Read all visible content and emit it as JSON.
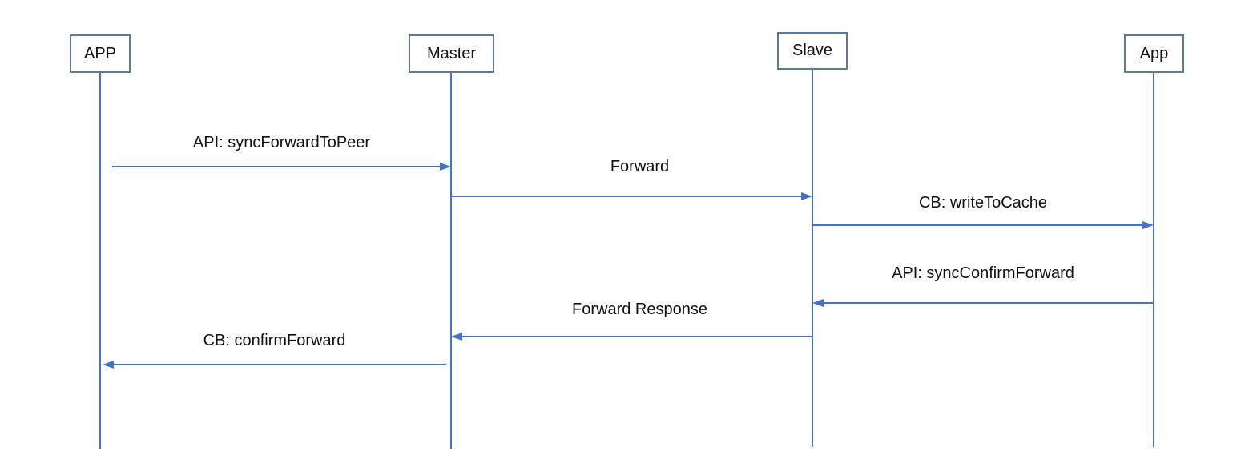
{
  "diagram": {
    "type": "sequence-diagram",
    "actors": [
      {
        "id": "app-caller",
        "label": "APP"
      },
      {
        "id": "master",
        "label": "Master"
      },
      {
        "id": "slave",
        "label": "Slave"
      },
      {
        "id": "app-peer",
        "label": "App"
      }
    ],
    "messages": [
      {
        "from": "APP",
        "to": "Master",
        "direction": "right",
        "label": "API: syncForwardToPeer"
      },
      {
        "from": "Master",
        "to": "Slave",
        "direction": "right",
        "label": "Forward"
      },
      {
        "from": "Slave",
        "to": "App",
        "direction": "right",
        "label": "CB: writeToCache"
      },
      {
        "from": "App",
        "to": "Slave",
        "direction": "left",
        "label": "API: syncConfirmForward"
      },
      {
        "from": "Slave",
        "to": "Master",
        "direction": "left",
        "label": "Forward Response"
      },
      {
        "from": "Master",
        "to": "APP",
        "direction": "left",
        "label": "CB: confirmForward"
      }
    ],
    "colors": {
      "arrow": "#4472c4",
      "actor_border": "#5b7b9e",
      "lifeline": "#4472c4",
      "text": "#1a1a1a",
      "background": "#ffffff"
    }
  }
}
